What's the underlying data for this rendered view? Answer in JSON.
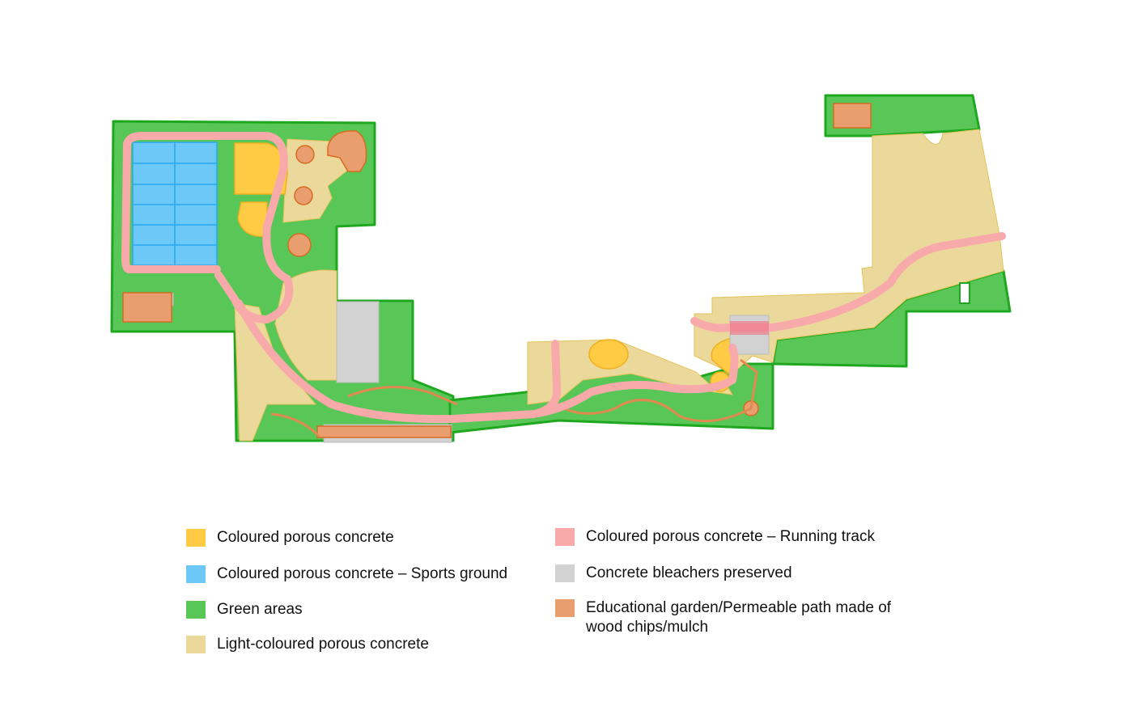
{
  "colors": {
    "coloured_porous": "#FFCB45",
    "sports_ground": "#6CC9F7",
    "green": "#58C758",
    "green_outline": "#1FA81F",
    "light_porous": "#EBD99B",
    "running_track": "#F8A9A9",
    "bleachers": "#D2D2D2",
    "garden": "#E89E6E"
  },
  "legend": {
    "left": [
      {
        "label": "Coloured porous concrete",
        "color": "#FFCB45"
      },
      {
        "label": "Coloured porous concrete – Sports ground",
        "color": "#6CC9F7"
      },
      {
        "label": "Green areas",
        "color": "#58C758"
      },
      {
        "label": "Light-coloured porous concrete",
        "color": "#EBD99B"
      }
    ],
    "right": [
      {
        "label": "Coloured porous concrete – Running track",
        "color": "#F8A9A9"
      },
      {
        "label": "Concrete bleachers preserved",
        "color": "#D2D2D2"
      },
      {
        "label": "Educational garden/Permeable path made of wood chips/mulch",
        "color": "#E89E6E"
      }
    ]
  }
}
